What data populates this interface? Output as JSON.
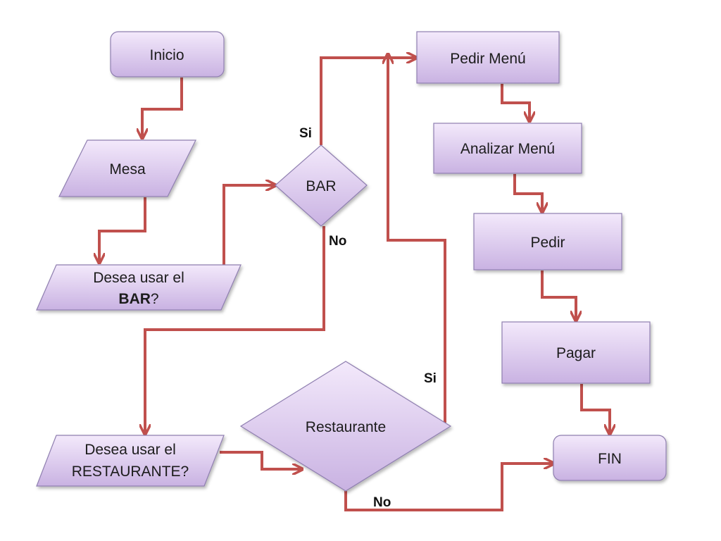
{
  "colors": {
    "node_fill_top": "#f3e9fb",
    "node_fill_bottom": "#c9b2e2",
    "node_border": "#8f7fb0",
    "connector": "#c0504d"
  },
  "nodes": {
    "inicio": {
      "label": "Inicio"
    },
    "mesa": {
      "label": "Mesa"
    },
    "desea_bar": {
      "line1": "Desea usar el",
      "line2_bold": "BAR",
      "line2_rest": "?"
    },
    "bar": {
      "label": "BAR"
    },
    "desea_restaurante": {
      "line1": "Desea usar el",
      "line2_bold": "RESTAURANTE?"
    },
    "restaurante": {
      "label": "Restaurante"
    },
    "pedir_menu": {
      "label": "Pedir Menú"
    },
    "analizar_menu": {
      "label": "Analizar Menú"
    },
    "pedir": {
      "label": "Pedir"
    },
    "pagar": {
      "label": "Pagar"
    },
    "fin": {
      "label": "FIN"
    }
  },
  "edge_labels": {
    "bar_si": "Si",
    "bar_no": "No",
    "restaurante_si": "Si",
    "restaurante_no": "No"
  }
}
